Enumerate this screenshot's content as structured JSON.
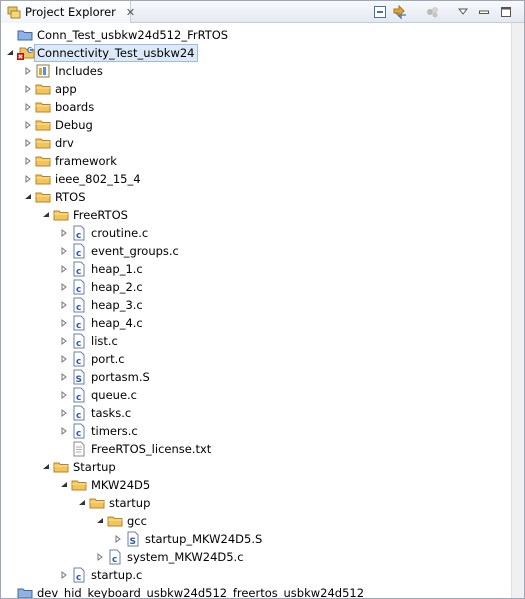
{
  "view": {
    "title": "Project Explorer",
    "close_glyph": "✕",
    "toolbar": [
      {
        "name": "collapse-all-icon"
      },
      {
        "name": "link-with-editor-icon"
      },
      {
        "name": "filter-icon"
      },
      {
        "name": "view-menu-icon"
      },
      {
        "name": "minimize-icon"
      },
      {
        "name": "maximize-icon"
      }
    ]
  },
  "tree": [
    {
      "label": "Conn_Test_usbkw24d512_FrRTOS",
      "icon": "closed-project-icon",
      "depth": 0,
      "arrow": "none"
    },
    {
      "label": "Connectivity_Test_usbkw24",
      "icon": "project-error-icon",
      "depth": 0,
      "arrow": "expanded",
      "selected": true
    },
    {
      "label": "Includes",
      "icon": "includes-icon",
      "depth": 1,
      "arrow": "collapsed"
    },
    {
      "label": "app",
      "icon": "folder-icon",
      "depth": 1,
      "arrow": "collapsed"
    },
    {
      "label": "boards",
      "icon": "folder-icon",
      "depth": 1,
      "arrow": "collapsed"
    },
    {
      "label": "Debug",
      "icon": "folder-icon",
      "depth": 1,
      "arrow": "collapsed"
    },
    {
      "label": "drv",
      "icon": "folder-icon",
      "depth": 1,
      "arrow": "collapsed"
    },
    {
      "label": "framework",
      "icon": "folder-icon",
      "depth": 1,
      "arrow": "collapsed"
    },
    {
      "label": "ieee_802_15_4",
      "icon": "folder-icon",
      "depth": 1,
      "arrow": "collapsed"
    },
    {
      "label": "RTOS",
      "icon": "folder-icon",
      "depth": 1,
      "arrow": "expanded"
    },
    {
      "label": "FreeRTOS",
      "icon": "folder-icon",
      "depth": 2,
      "arrow": "expanded"
    },
    {
      "label": "croutine.c",
      "icon": "c-file-icon",
      "depth": 3,
      "arrow": "collapsed"
    },
    {
      "label": "event_groups.c",
      "icon": "c-file-icon",
      "depth": 3,
      "arrow": "collapsed"
    },
    {
      "label": "heap_1.c",
      "icon": "c-file-icon",
      "depth": 3,
      "arrow": "collapsed"
    },
    {
      "label": "heap_2.c",
      "icon": "c-file-icon",
      "depth": 3,
      "arrow": "collapsed"
    },
    {
      "label": "heap_3.c",
      "icon": "c-file-icon",
      "depth": 3,
      "arrow": "collapsed"
    },
    {
      "label": "heap_4.c",
      "icon": "c-file-icon",
      "depth": 3,
      "arrow": "collapsed"
    },
    {
      "label": "list.c",
      "icon": "c-file-icon",
      "depth": 3,
      "arrow": "collapsed"
    },
    {
      "label": "port.c",
      "icon": "c-file-icon",
      "depth": 3,
      "arrow": "collapsed"
    },
    {
      "label": "portasm.S",
      "icon": "asm-file-icon",
      "depth": 3,
      "arrow": "collapsed"
    },
    {
      "label": "queue.c",
      "icon": "c-file-icon",
      "depth": 3,
      "arrow": "collapsed"
    },
    {
      "label": "tasks.c",
      "icon": "c-file-icon",
      "depth": 3,
      "arrow": "collapsed"
    },
    {
      "label": "timers.c",
      "icon": "c-file-icon",
      "depth": 3,
      "arrow": "collapsed"
    },
    {
      "label": "FreeRTOS_license.txt",
      "icon": "text-file-icon",
      "depth": 3,
      "arrow": "none"
    },
    {
      "label": "Startup",
      "icon": "folder-icon",
      "depth": 2,
      "arrow": "expanded"
    },
    {
      "label": "MKW24D5",
      "icon": "folder-icon",
      "depth": 3,
      "arrow": "expanded"
    },
    {
      "label": "startup",
      "icon": "folder-icon",
      "depth": 4,
      "arrow": "expanded"
    },
    {
      "label": "gcc",
      "icon": "folder-icon",
      "depth": 5,
      "arrow": "expanded"
    },
    {
      "label": "startup_MKW24D5.S",
      "icon": "asm-file-icon",
      "depth": 6,
      "arrow": "collapsed"
    },
    {
      "label": "system_MKW24D5.c",
      "icon": "c-file-icon",
      "depth": 5,
      "arrow": "collapsed"
    },
    {
      "label": "startup.c",
      "icon": "c-file-icon",
      "depth": 3,
      "arrow": "collapsed"
    },
    {
      "label": "dev_hid_keyboard_usbkw24d512_freertos_usbkw24d512",
      "icon": "closed-project-icon",
      "depth": 0,
      "arrow": "none"
    }
  ]
}
